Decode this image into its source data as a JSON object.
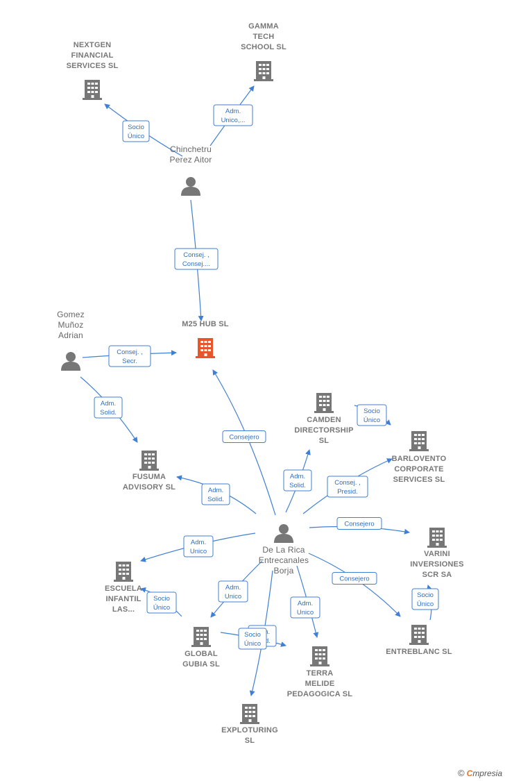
{
  "colors": {
    "edge": "#3f7fd5",
    "company": "#777777",
    "focus": "#e8552a",
    "person": "#777777"
  },
  "nodes": [
    {
      "id": "nextgen",
      "type": "company",
      "lines": [
        "NEXTGEN",
        "FINANCIAL",
        "SERVICES  SL"
      ]
    },
    {
      "id": "gamma",
      "type": "company",
      "lines": [
        "GAMMA",
        "TECH",
        "SCHOOL  SL"
      ]
    },
    {
      "id": "chinchetru",
      "type": "person",
      "lines": [
        "Chinchetru",
        "Perez Aitor"
      ]
    },
    {
      "id": "m25",
      "type": "focus",
      "lines": [
        "M25 HUB  SL"
      ]
    },
    {
      "id": "gomez",
      "type": "person",
      "lines": [
        "Gomez",
        "Muñoz",
        "Adrian"
      ]
    },
    {
      "id": "fusuma",
      "type": "company",
      "lines": [
        "FUSUMA",
        "ADVISORY  SL"
      ]
    },
    {
      "id": "camden",
      "type": "company",
      "lines": [
        "CAMDEN",
        "DIRECTORSHIP",
        "SL"
      ]
    },
    {
      "id": "barlovento",
      "type": "company",
      "lines": [
        "BARLOVENTO",
        "CORPORATE",
        "SERVICES  SL"
      ]
    },
    {
      "id": "varini",
      "type": "company",
      "lines": [
        "VARINI",
        "INVERSIONES",
        "SCR SA"
      ]
    },
    {
      "id": "delarica",
      "type": "person",
      "lines": [
        "De La Rica",
        "Entrecanales",
        "Borja"
      ]
    },
    {
      "id": "escuela",
      "type": "company",
      "lines": [
        "ESCUELA",
        "INFANTIL",
        "LAS..."
      ]
    },
    {
      "id": "global",
      "type": "company",
      "lines": [
        "GLOBAL",
        "GUBIA  SL"
      ]
    },
    {
      "id": "terra",
      "type": "company",
      "lines": [
        "TERRA",
        "MELIDE",
        "PEDAGOGICA SL"
      ]
    },
    {
      "id": "entreblanc",
      "type": "company",
      "lines": [
        "ENTREBLANC SL"
      ]
    },
    {
      "id": "exploturing",
      "type": "company",
      "lines": [
        "EXPLOTURING",
        "SL"
      ]
    }
  ],
  "edges": [
    {
      "from": "chinchetru",
      "to": "nextgen",
      "label": [
        "Socio",
        "Único"
      ]
    },
    {
      "from": "chinchetru",
      "to": "gamma",
      "label": [
        "Adm.",
        "Unico,..."
      ]
    },
    {
      "from": "chinchetru",
      "to": "m25",
      "label": [
        "Consej. ,",
        "Consej...."
      ]
    },
    {
      "from": "gomez",
      "to": "m25",
      "label": [
        "Consej. ,",
        "Secr."
      ]
    },
    {
      "from": "gomez",
      "to": "fusuma",
      "label": [
        "Adm.",
        "Solid."
      ]
    },
    {
      "from": "delarica",
      "to": "m25",
      "label": [
        "Consejero"
      ]
    },
    {
      "from": "delarica",
      "to": "fusuma",
      "label": [
        "Adm.",
        "Solid."
      ]
    },
    {
      "from": "delarica",
      "to": "camden",
      "label": [
        "Adm.",
        "Solid."
      ]
    },
    {
      "from": "camden",
      "to": "camden_out",
      "label": [
        "Socio",
        "Único"
      ]
    },
    {
      "from": "delarica",
      "to": "barlovento",
      "label": [
        "Consej. ,",
        "Presid."
      ]
    },
    {
      "from": "delarica",
      "to": "varini",
      "label": [
        "Consejero"
      ]
    },
    {
      "from": "delarica",
      "to": "escuela",
      "label": [
        "Adm.",
        "Unico"
      ]
    },
    {
      "from": "delarica",
      "to": "global",
      "label": [
        "Adm.",
        "Unico"
      ]
    },
    {
      "from": "delarica",
      "to": "terra",
      "label": [
        "Adm.",
        "Unico"
      ]
    },
    {
      "from": "delarica",
      "to": "entreblanc",
      "label": [
        "Consejero"
      ]
    },
    {
      "from": "delarica",
      "to": "exploturing",
      "label": [
        "Adm.",
        "Solid."
      ]
    },
    {
      "from": "global",
      "to": "escuela",
      "label": [
        "Socio",
        "Único"
      ]
    },
    {
      "from": "global",
      "to": "terra",
      "label": [
        "Socio",
        "Único"
      ]
    },
    {
      "from": "entreblanc",
      "to": "varini",
      "label": [
        "Socio",
        "Único"
      ]
    }
  ],
  "footer": {
    "copyright": "©",
    "brand_first": "C",
    "brand_rest": "mpresia"
  }
}
